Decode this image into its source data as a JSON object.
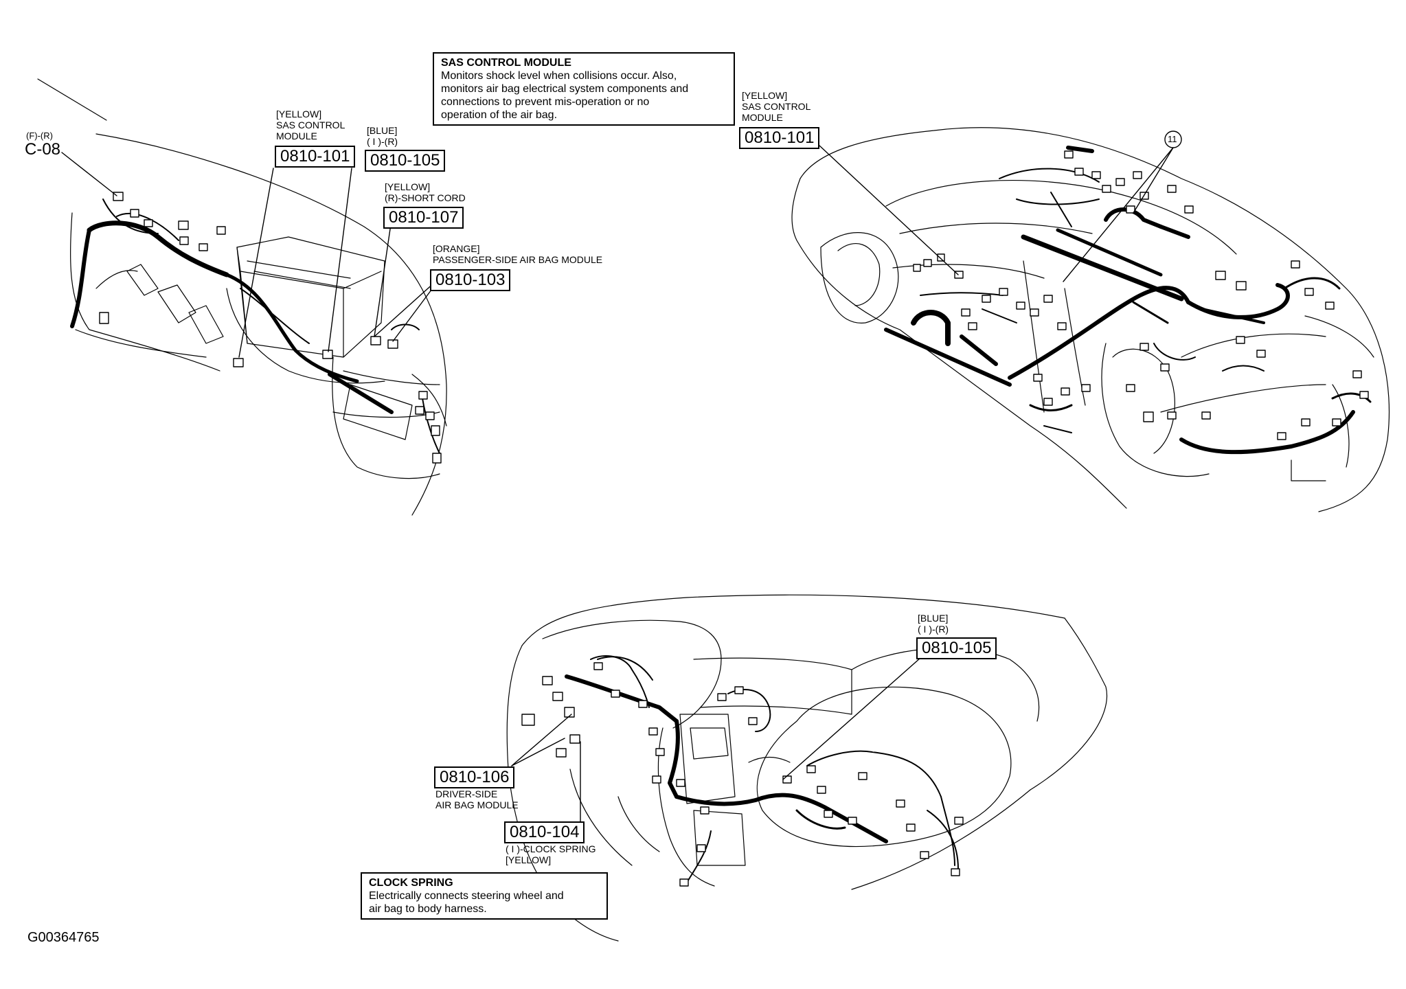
{
  "diagram_id": "G00364765",
  "connector_ref": {
    "prefix": "(F)-(R)",
    "code": "C-08"
  },
  "sas_info": {
    "title": "SAS CONTROL MODULE",
    "lines": [
      "Monitors shock level when collisions occur. Also,",
      "monitors air bag electrical system components and",
      "connections to prevent mis-operation or no",
      "operation of the air bag."
    ]
  },
  "clock_info": {
    "title": "CLOCK SPRING",
    "lines": [
      "Electrically connects steering wheel and",
      "air bag to body harness."
    ]
  },
  "callouts": {
    "c101_left": {
      "lines": [
        "[YELLOW]",
        "SAS CONTROL",
        "MODULE"
      ],
      "code": "0810-101"
    },
    "c105_left": {
      "lines": [
        "[BLUE]",
        "( I )-(R)"
      ],
      "code": "0810-105"
    },
    "c107": {
      "lines": [
        "[YELLOW]",
        "(R)-SHORT CORD"
      ],
      "code": "0810-107"
    },
    "c103": {
      "lines": [
        "[ORANGE]",
        "PASSENGER-SIDE AIR BAG MODULE"
      ],
      "code": "0810-103"
    },
    "c101_right": {
      "lines": [
        "[YELLOW]",
        "SAS CONTROL",
        "MODULE"
      ],
      "code": "0810-101"
    },
    "c105_bottom": {
      "lines": [
        "[BLUE]",
        "( I )-(R)"
      ],
      "code": "0810-105"
    },
    "c106": {
      "code": "0810-106",
      "lines": [
        "DRIVER-SIDE",
        "AIR BAG MODULE"
      ]
    },
    "c104": {
      "code": "0810-104",
      "lines": [
        "( I )-CLOCK SPRING",
        "[YELLOW]"
      ]
    }
  },
  "circle_marker": "11"
}
